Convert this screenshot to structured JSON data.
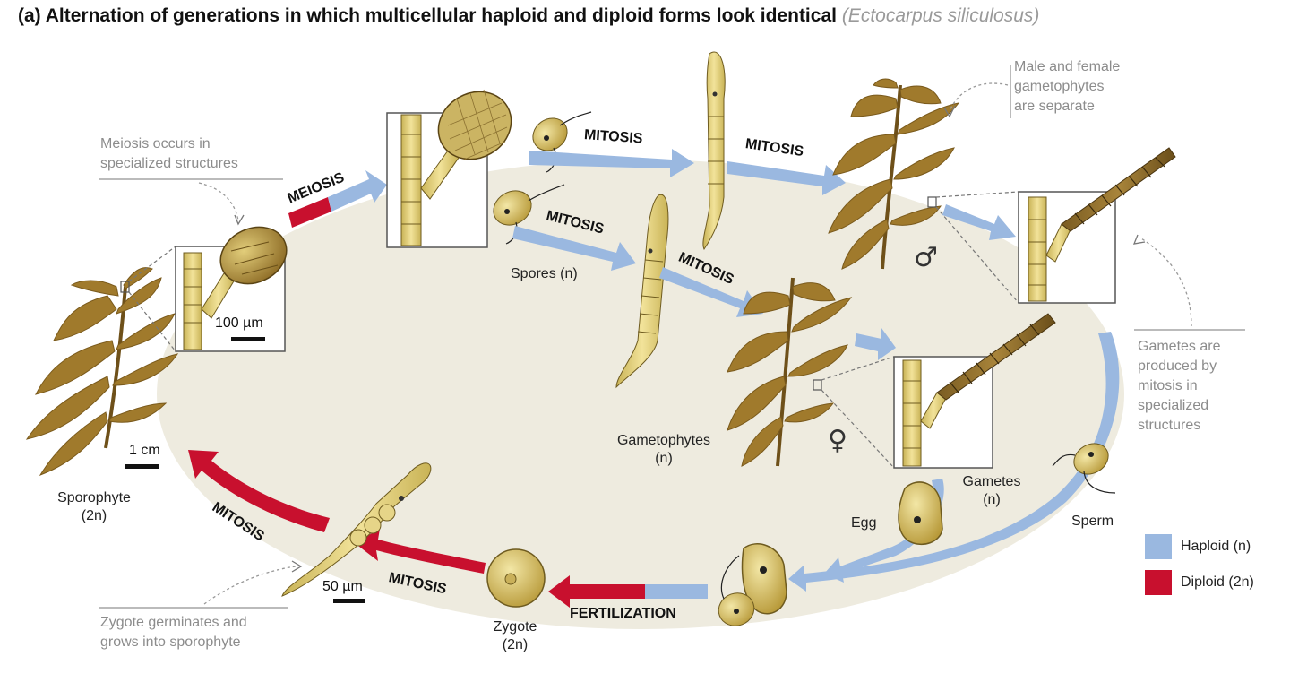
{
  "title": {
    "main": "(a) Alternation of generations in which multicellular haploid and diploid forms look identical",
    "species": "(Ectocarpus siliculosus)"
  },
  "processes": {
    "meiosis": "MEIOSIS",
    "mitosis": "MITOSIS",
    "fertilization": "FERTILIZATION"
  },
  "labels": {
    "spores": "Spores (n)",
    "gametophytes": "Gametophytes",
    "gametophytes_ploidy": "(n)",
    "gametes": "Gametes",
    "gametes_ploidy": "(n)",
    "egg": "Egg",
    "sperm": "Sperm",
    "sporophyte": "Sporophyte",
    "sporophyte_ploidy": "(2n)",
    "zygote": "Zygote",
    "zygote_ploidy": "(2n)"
  },
  "notes": {
    "meiosis_note": [
      "Meiosis occurs in",
      "specialized structures"
    ],
    "gametophytes_note": [
      "Male and female",
      "gametophytes",
      "are separate"
    ],
    "gametes_note": [
      "Gametes are",
      "produced by",
      "mitosis in",
      "specialized",
      "structures"
    ],
    "zygote_note": [
      "Zygote germinates and",
      "grows into sporophyte"
    ]
  },
  "scales": {
    "micro_100": "100 µm",
    "cm_1": "1 cm",
    "micro_50": "50 µm"
  },
  "symbols": {
    "male": "♂",
    "female": "♀"
  },
  "legend": [
    {
      "label": "Haploid (n)",
      "color": "#9ab8e0"
    },
    {
      "label": "Diploid (2n)",
      "color": "#c8102e"
    }
  ],
  "colors": {
    "haploid": "#9ab8e0",
    "diploid": "#c8102e",
    "background_ellipse": "#eeebdf",
    "algae": "#a07a2c",
    "cell": "#d9c86a"
  }
}
